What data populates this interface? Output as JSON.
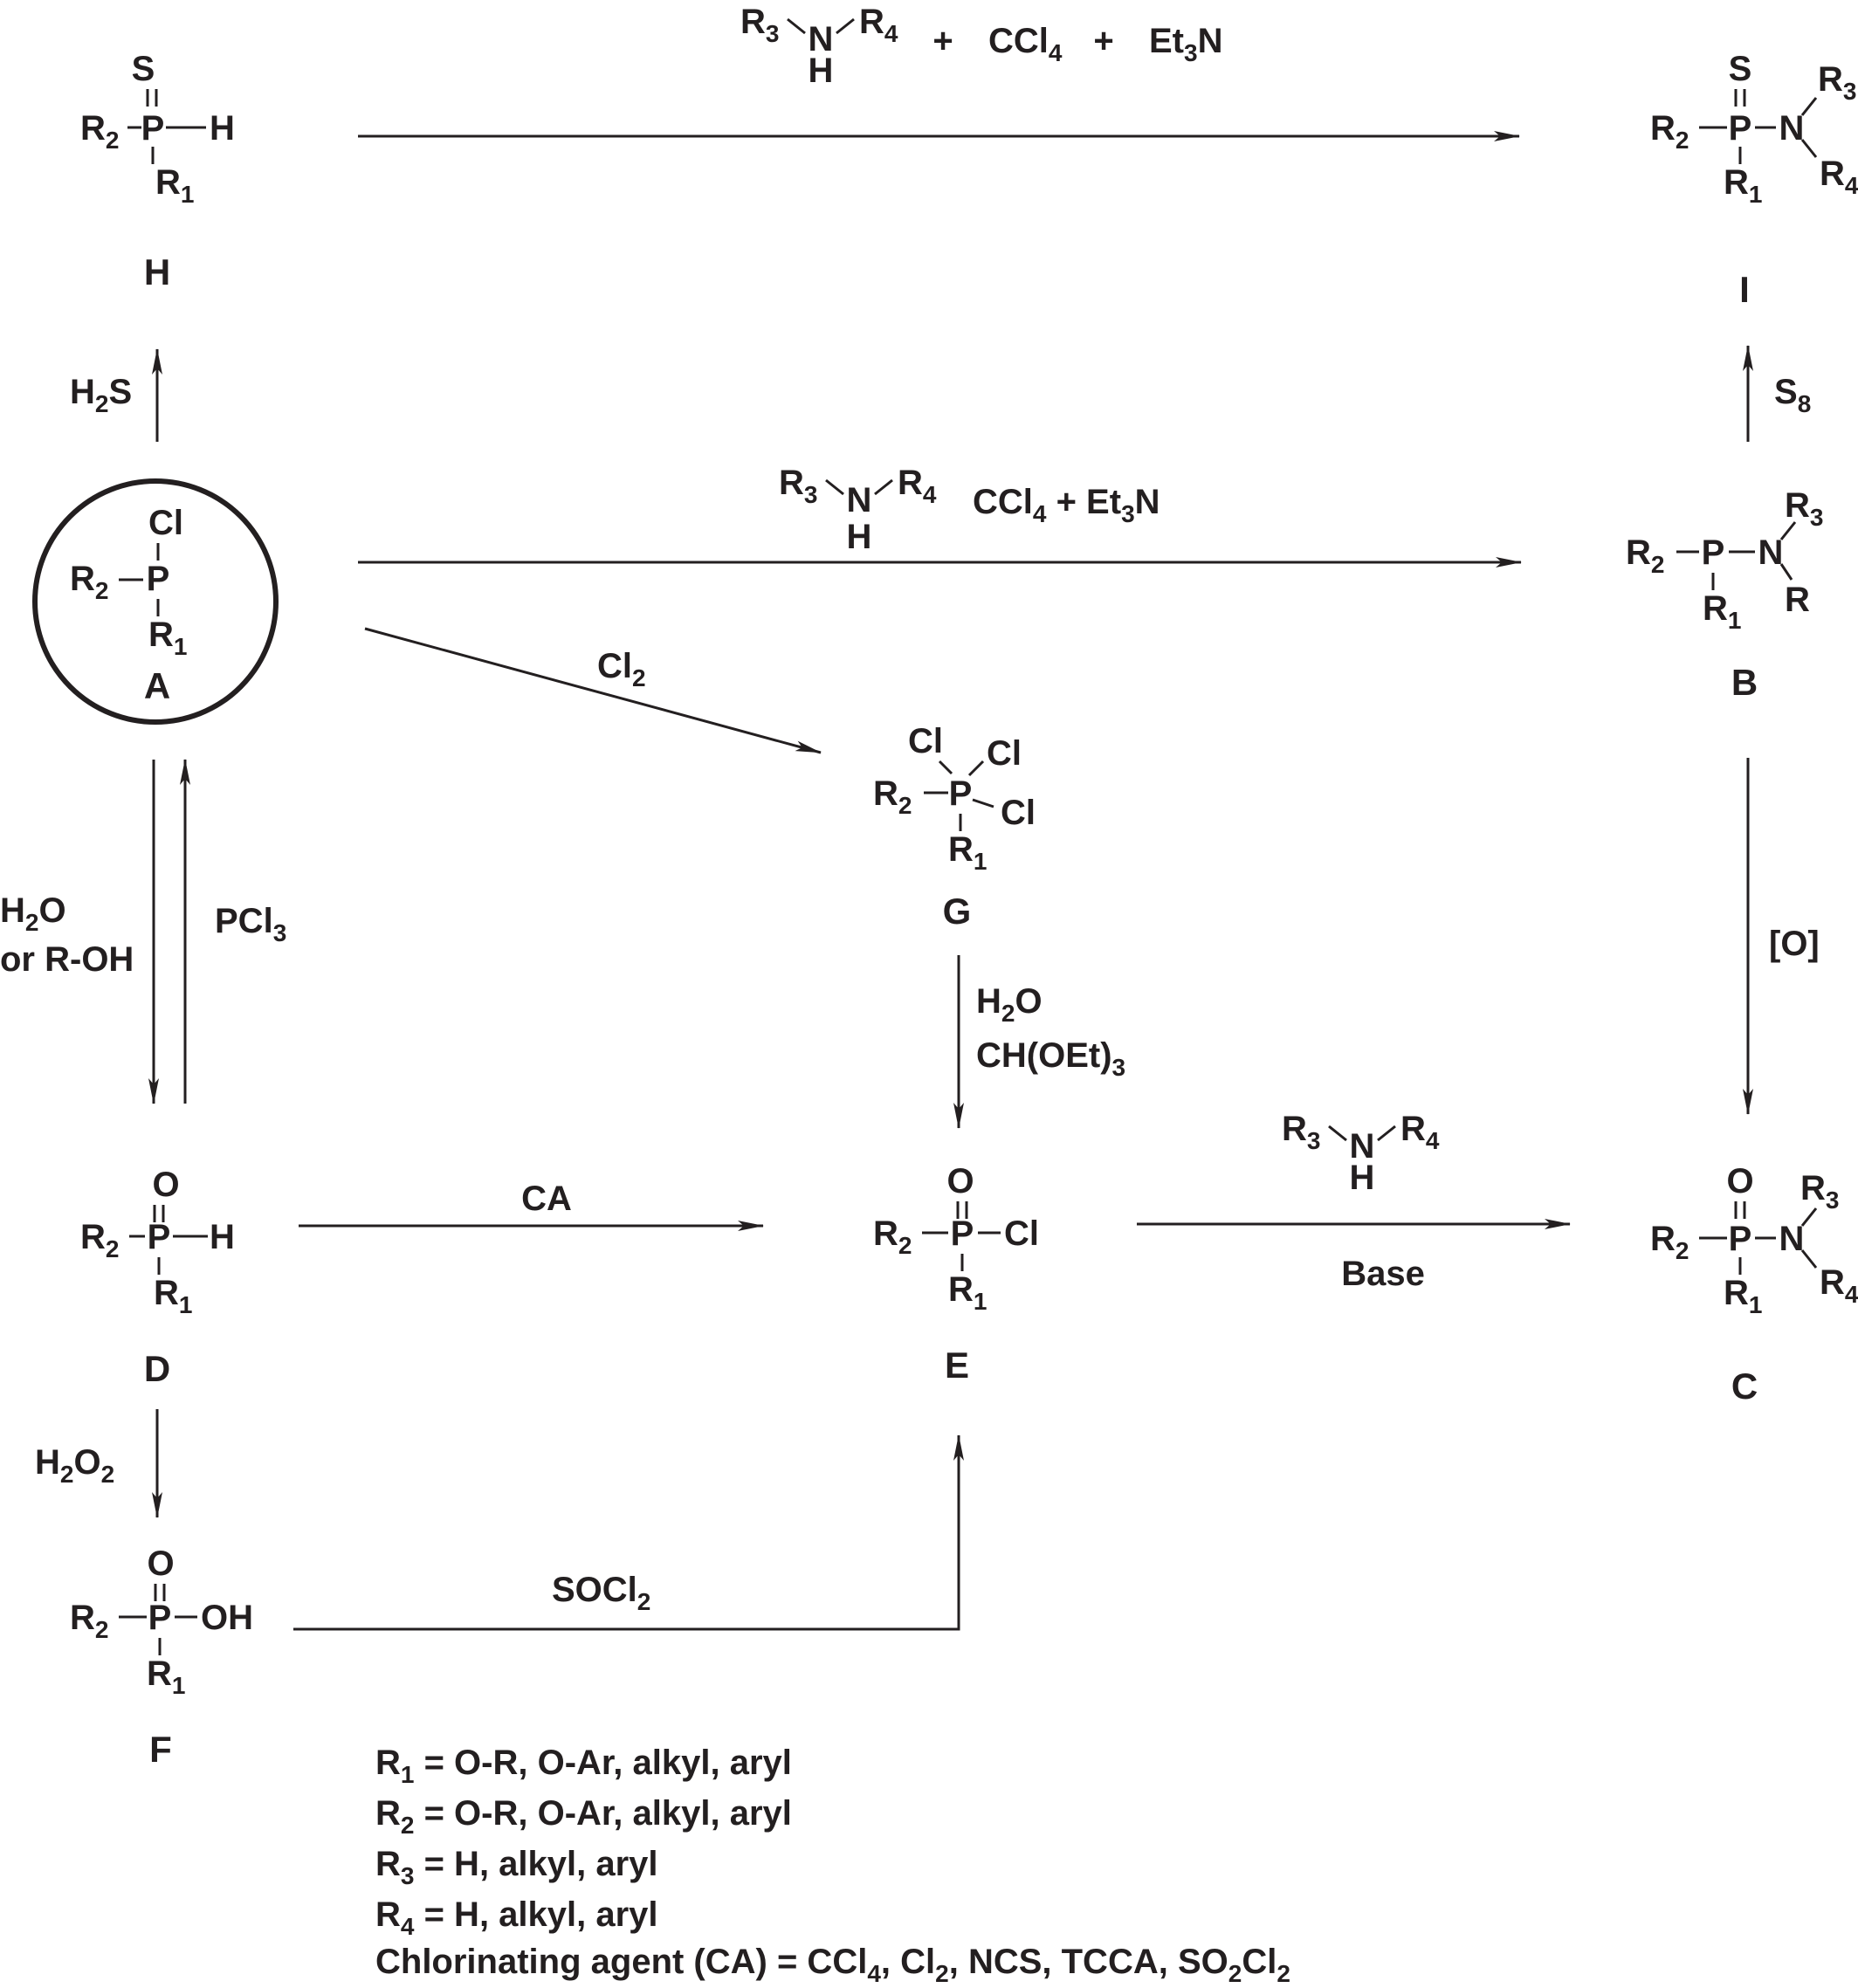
{
  "compounds": {
    "A": {
      "label": "A",
      "R2": "R",
      "R2_sub": "2",
      "P": "P",
      "Cl": "Cl",
      "R1": "R",
      "R1_sub": "1"
    },
    "H": {
      "label": "H",
      "S": "S",
      "R2": "R",
      "R2_sub": "2",
      "P": "P",
      "H": "H",
      "R1": "R",
      "R1_sub": "1"
    },
    "I": {
      "label": "I",
      "S": "S",
      "R2": "R",
      "R2_sub": "2",
      "P": "P",
      "N": "N",
      "R3": "R",
      "R3_sub": "3",
      "R4": "R",
      "R4_sub": "4",
      "R1": "R",
      "R1_sub": "1"
    },
    "B": {
      "label": "B",
      "R2": "R",
      "R2_sub": "2",
      "P": "P",
      "N": "N",
      "R3": "R",
      "R3_sub": "3",
      "R": "R",
      "R1": "R",
      "R1_sub": "1"
    },
    "G": {
      "label": "G",
      "Cl1": "Cl",
      "Cl2": "Cl",
      "Cl3": "Cl",
      "R2": "R",
      "R2_sub": "2",
      "P": "P",
      "R1": "R",
      "R1_sub": "1"
    },
    "D": {
      "label": "D",
      "O": "O",
      "R2": "R",
      "R2_sub": "2",
      "P": "P",
      "H": "H",
      "R1": "R",
      "R1_sub": "1"
    },
    "E": {
      "label": "E",
      "O": "O",
      "R2": "R",
      "R2_sub": "2",
      "P": "P",
      "Cl": "Cl",
      "R1": "R",
      "R1_sub": "1"
    },
    "C": {
      "label": "C",
      "O": "O",
      "R2": "R",
      "R2_sub": "2",
      "P": "P",
      "N": "N",
      "R3": "R",
      "R3_sub": "3",
      "R4": "R",
      "R4_sub": "4",
      "R1": "R",
      "R1_sub": "1"
    },
    "F": {
      "label": "F",
      "O": "O",
      "R2": "R",
      "R2_sub": "2",
      "P": "P",
      "OH": "OH",
      "R1": "R",
      "R1_sub": "1"
    }
  },
  "amine": {
    "R3": "R",
    "R3_sub": "3",
    "N": "N",
    "H": "H",
    "R4": "R",
    "R4_sub": "4"
  },
  "reagents": {
    "top_plus1": "+",
    "top_ccl4": "CCl",
    "top_ccl4_sub": "4",
    "top_plus2": "+",
    "top_et3n_a": "Et",
    "top_et3n_sub": "3",
    "top_et3n_b": "N",
    "mid_ccl4": "CCl",
    "mid_ccl4_sub": "4",
    "mid_plus": " + Et",
    "mid_et3n_sub": "3",
    "mid_et3n_b": "N",
    "h2s_a": "H",
    "h2s_sub": "2",
    "h2s_b": "S",
    "s8_a": "S",
    "s8_sub": "8",
    "cl2_a": "Cl",
    "cl2_sub": "2",
    "h2o_a": "H",
    "h2o_sub": "2",
    "h2o_b": "O",
    "or_roh": "or R-OH",
    "pcl3_a": "PCl",
    "pcl3_sub": "3",
    "oxid": "[O]",
    "g_h2o_a": "H",
    "g_h2o_sub": "2",
    "g_h2o_b": "O",
    "orthoformate_a": "CH(OEt)",
    "orthoformate_sub": "3",
    "ca": "CA",
    "base": "Base",
    "h2o2_a": "H",
    "h2o2_sub1": "2",
    "h2o2_b": "O",
    "h2o2_sub2": "2",
    "socl2_a": "SOCl",
    "socl2_sub": "2"
  },
  "legend": {
    "r1_a": "R",
    "r1_sub": "1",
    "r1_b": " = O-R, O-Ar, alkyl, aryl",
    "r2_a": "R",
    "r2_sub": "2",
    "r2_b": " = O-R, O-Ar, alkyl, aryl",
    "r3_a": "R",
    "r3_sub": "3",
    "r3_b": " = H, alkyl, aryl",
    "r4_a": "R",
    "r4_sub": "4",
    "r4_b": " = H, alkyl, aryl",
    "ca_a": "Chlorinating agent (CA) = CCl",
    "ca_sub1": "4",
    "ca_b": ", Cl",
    "ca_sub2": "2",
    "ca_c": ", NCS, TCCA, SO",
    "ca_sub3": "2",
    "ca_d": "Cl",
    "ca_sub4": "2"
  }
}
